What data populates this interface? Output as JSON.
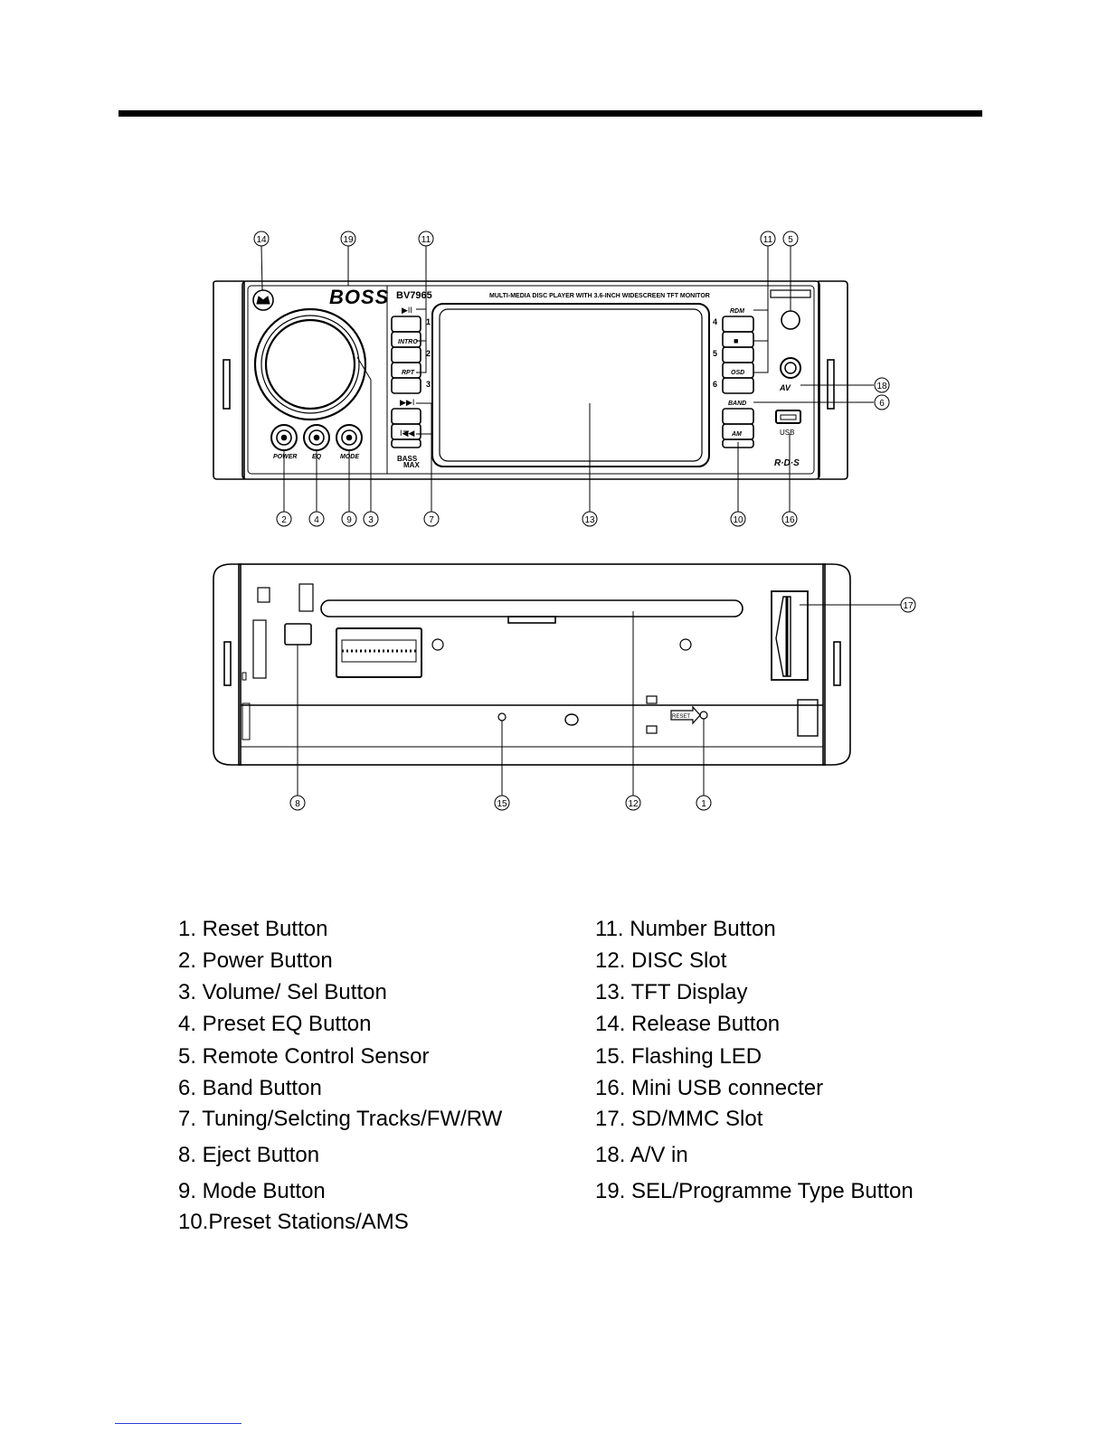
{
  "brand": {
    "logo": "BOSS",
    "model": "BV7965",
    "tagline": "MULTI-MEDIA DISC PLAYER WITH 3.6-INCH WIDESCREEN TFT MONITOR",
    "bass_max": [
      "BASS",
      "MAX"
    ],
    "rds": "R·D·S",
    "av": "AV",
    "usb": "USB",
    "reset": "RESET"
  },
  "front_panel": {
    "knob_labels": [
      "POWER",
      "EQ",
      "MODE"
    ],
    "left_buttons": [
      "▶II",
      "INTRO",
      "RPT",
      "▶▶I",
      "I◀◀"
    ],
    "left_numbers": [
      "1",
      "2",
      "3"
    ],
    "right_buttons": [
      "RDM",
      "■",
      "OSD",
      "BAND",
      "AM"
    ],
    "right_numbers": [
      "4",
      "5",
      "6"
    ]
  },
  "callouts": {
    "top": [
      "14",
      "19",
      "11",
      "11",
      "5"
    ],
    "bottom": [
      "2",
      "4",
      "9",
      "3",
      "7",
      "13",
      "10",
      "16"
    ],
    "right": [
      "18",
      "6"
    ],
    "back_bottom": [
      "8",
      "15",
      "12",
      "1"
    ],
    "back_right": [
      "17"
    ]
  },
  "legend": {
    "left": [
      "1.  Reset Button",
      "2.  Power Button",
      "3.  Volume/ Sel Button",
      "4.  Preset  EQ   Button",
      "5.  Remote  Control  Sensor",
      "6.  Band  Button",
      "7.  Tuning/Selcting  Tracks/FW/RW",
      "8.  Eject  Button",
      "9.  Mode Button",
      "10.Preset  Stations/AMS"
    ],
    "right": [
      "11.  Number  Button",
      "12. DISC  Slot",
      "13. TFT  Display",
      "14. Release  Button",
      "15. Flashing LED",
      "16. Mini  USB  connecter",
      "17. SD/MMC  Slot",
      "18. A/V in",
      "19. SEL/Programme Type Button"
    ]
  }
}
